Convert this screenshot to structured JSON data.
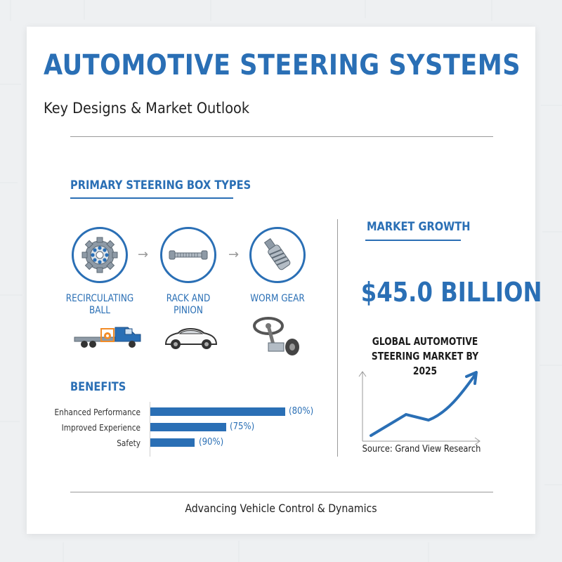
{
  "header": {
    "title": "AUTOMOTIVE STEERING SYSTEMS",
    "subtitle": "Key Designs & Market Outlook"
  },
  "steering_types": {
    "heading": "PRIMARY STEERING BOX TYPES",
    "items": [
      {
        "label": "RECIRCULATING BALL",
        "icon": "recirculating-ball-gear-icon",
        "vehicle": "truck-icon"
      },
      {
        "label": "RACK AND PINION",
        "icon": "rack-and-pinion-icon",
        "vehicle": "sports-car-icon"
      },
      {
        "label": "WORM GEAR",
        "icon": "worm-gear-icon",
        "vehicle": "steering-wheel-column-icon"
      }
    ]
  },
  "benefits": {
    "heading": "BENEFITS",
    "items": [
      {
        "label": "Enhanced Performance",
        "value": 80,
        "display": "(80%)"
      },
      {
        "label": "Improved Experience",
        "value": 75,
        "display": "(75%)"
      },
      {
        "label": "Safety",
        "value": 90,
        "display": "(90%)"
      }
    ]
  },
  "market": {
    "heading": "MARKET GROWTH",
    "value": "$45.0 BILLION",
    "description": "GLOBAL AUTOMOTIVE STEERING MARKET BY 2025",
    "source": "Source: Grand View Research"
  },
  "footer": {
    "tagline": "Advancing Vehicle Control & Dynamics"
  },
  "colors": {
    "accent": "#2a6fb5",
    "highlight": "#f28c28",
    "background": "#eef0f2"
  }
}
